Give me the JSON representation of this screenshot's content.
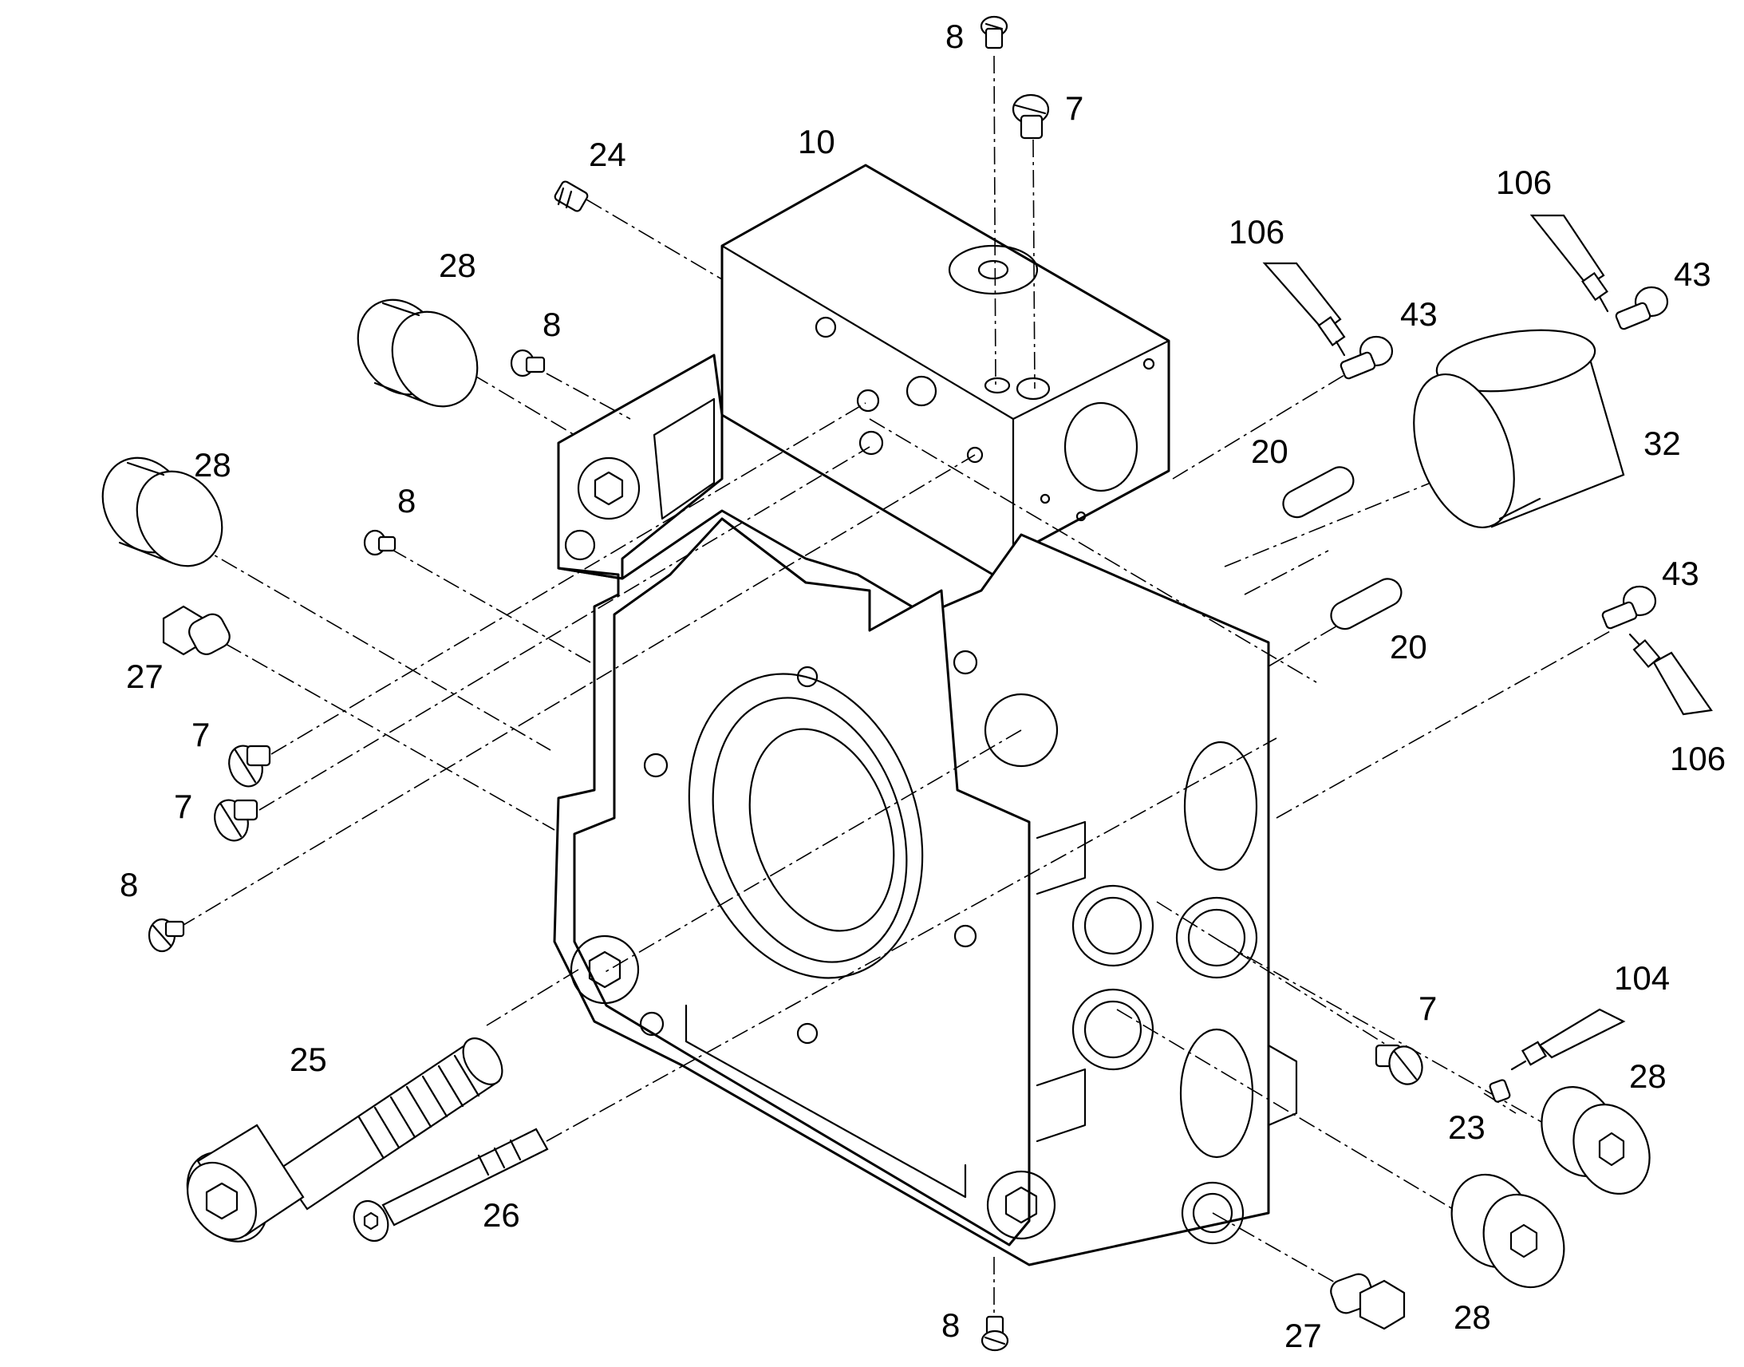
{
  "diagram": {
    "callouts": {
      "c8_top": "8",
      "c7_top": "7",
      "c10": "10",
      "c24": "24",
      "c28_a": "28",
      "c8_a": "8",
      "c28_b": "28",
      "c8_b": "8",
      "c27_a": "27",
      "c7_a": "7",
      "c7_b": "7",
      "c8_c": "8",
      "c106_a": "106",
      "c43_a": "43",
      "c106_b": "106",
      "c43_b": "43",
      "c20_a": "20",
      "c32": "32",
      "c20_b": "20",
      "c43_c": "43",
      "c106_c": "106",
      "c7_c": "7",
      "c104": "104",
      "c28_c": "28",
      "c23": "23",
      "c25": "25",
      "c26": "26",
      "c28_d": "28",
      "c27_b": "27",
      "c8_bot": "8"
    }
  }
}
